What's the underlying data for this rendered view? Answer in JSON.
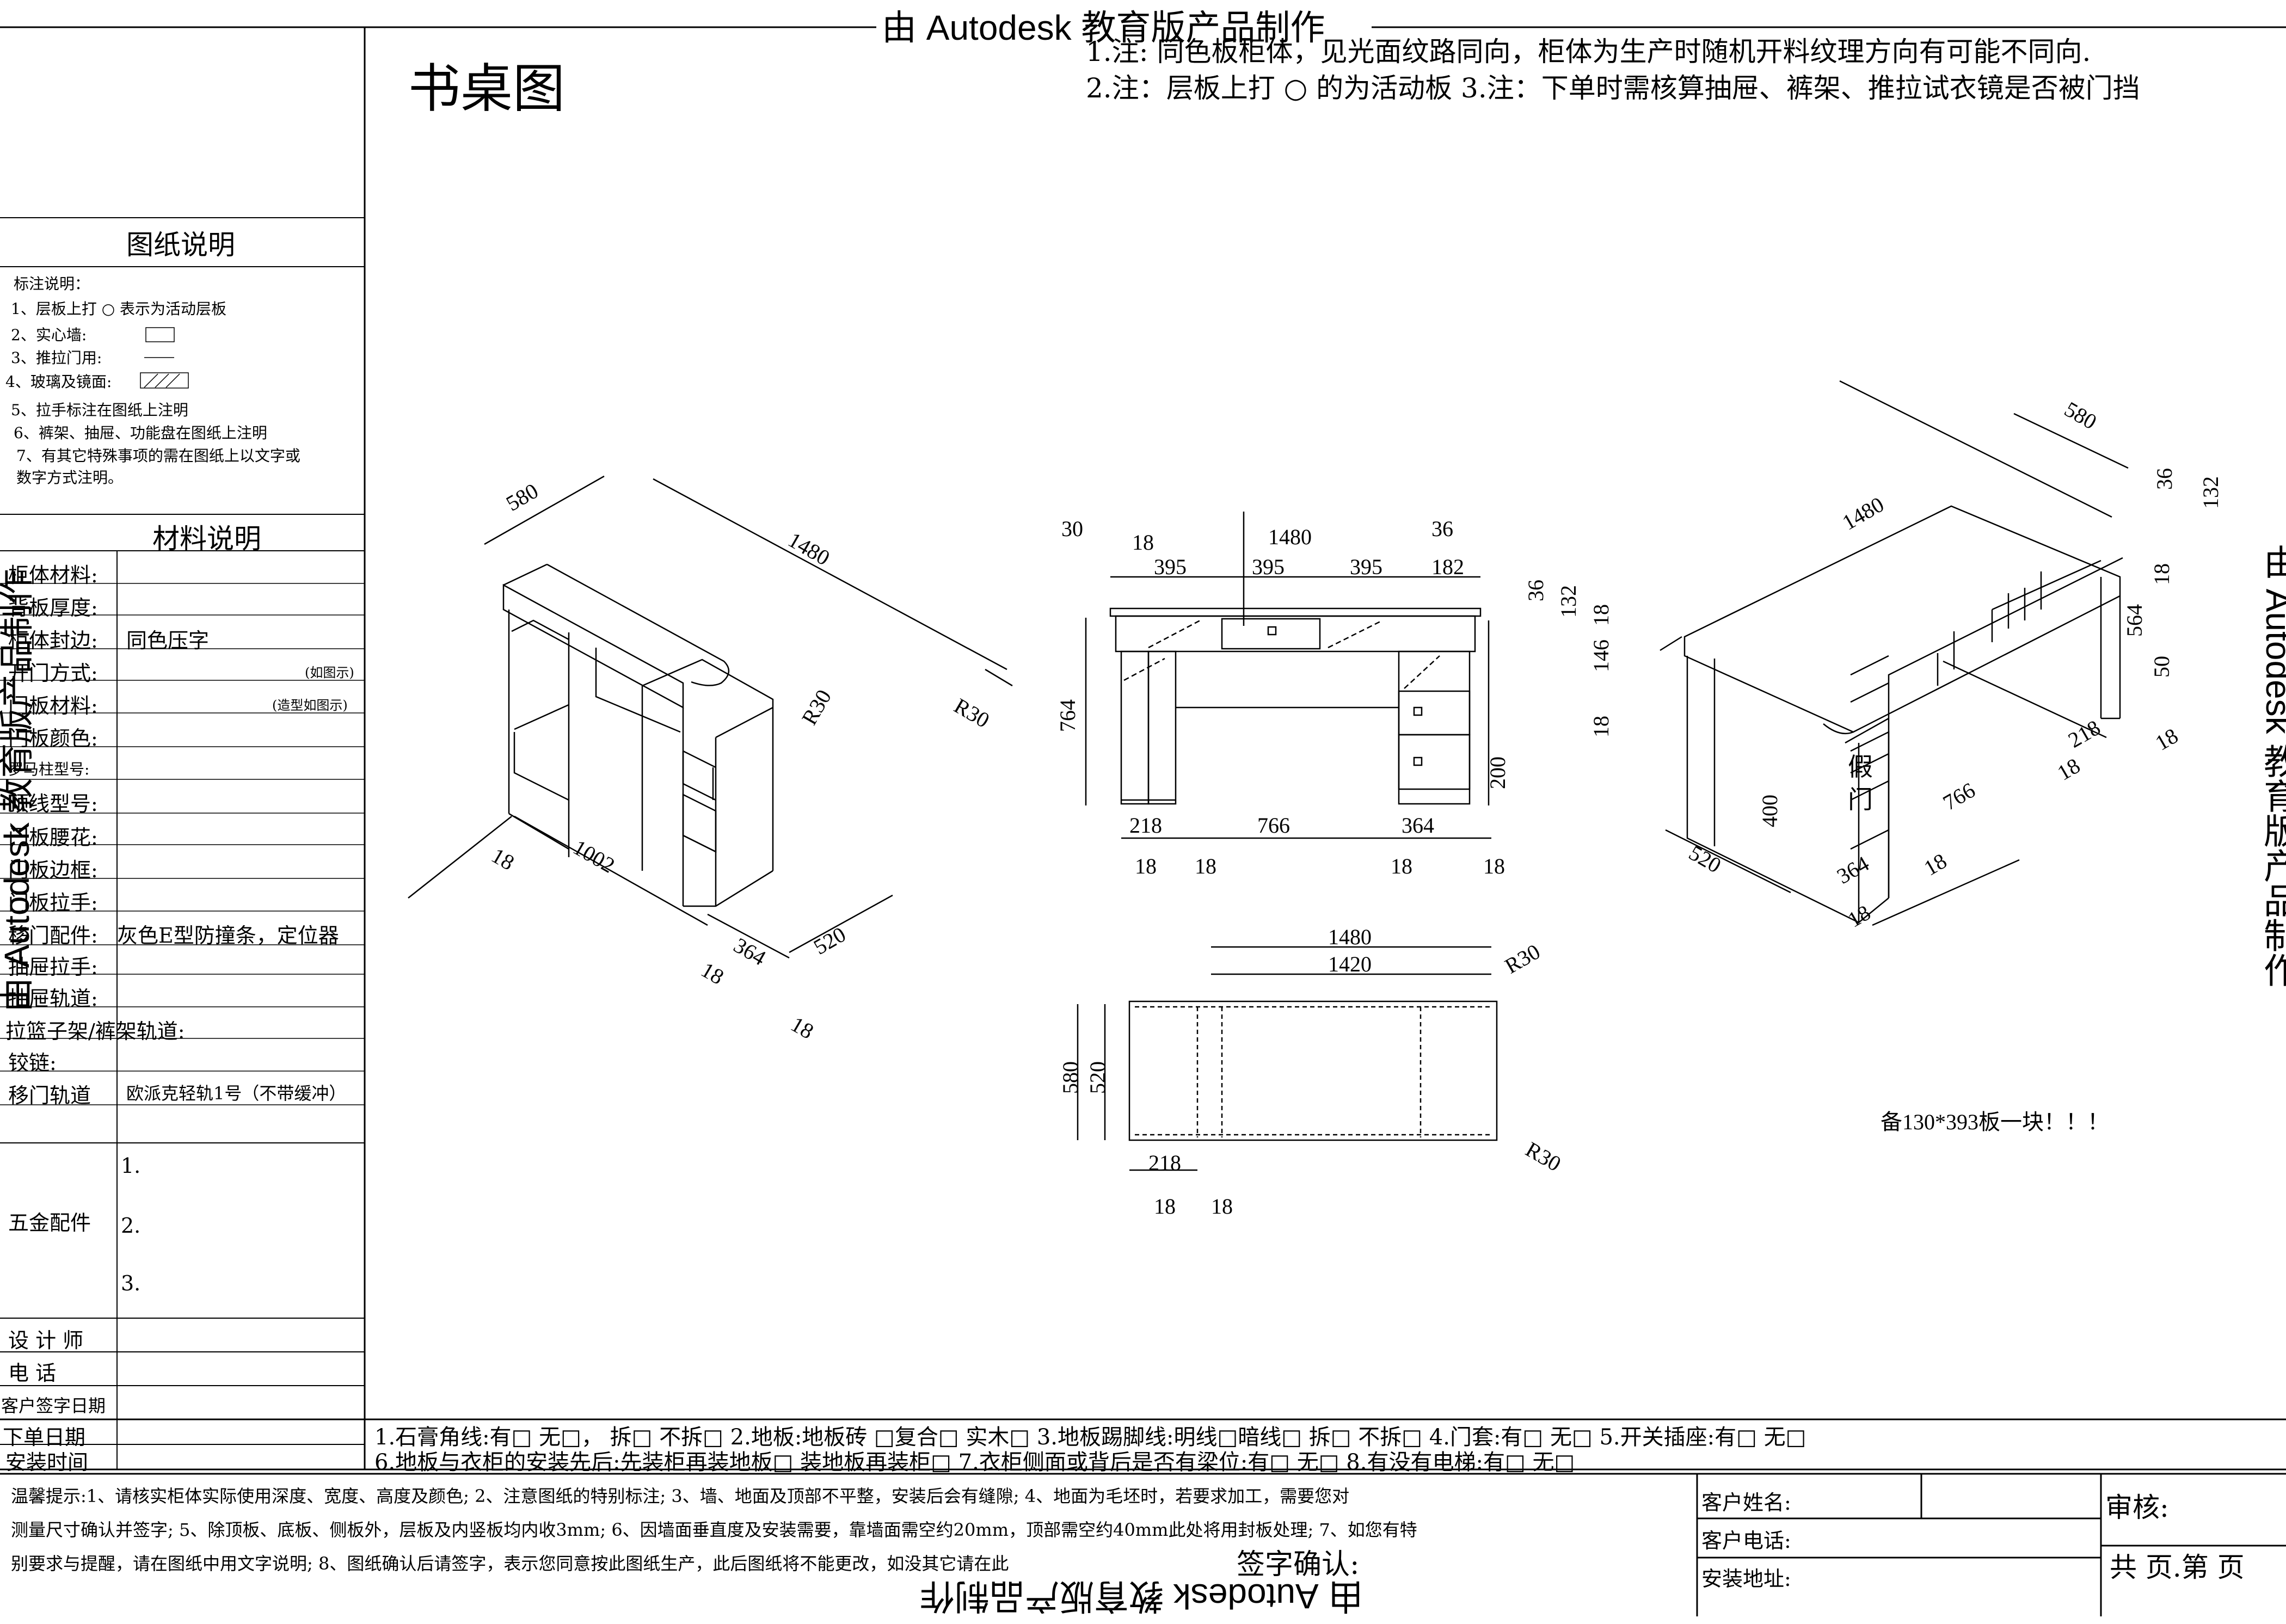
{
  "watermark": {
    "top": "由 Autodesk 教育版产品制作",
    "right": "由 Autodesk 教育版产品制作",
    "left": "由 Autodesk 教育版产品制作",
    "bottom": "由 Autodesk 教育版产品制作"
  },
  "title": "书桌图",
  "notes": {
    "line1": "1.注:  同色板柜体，见光面纹路同向，柜体为生产时随机开料纹理方向有可能不同向.",
    "line2": "2.注：层板上打 ○ 的为活动板  3.注：下单时需核算抽屉、裤架、推拉试衣镜是否被门挡"
  },
  "sidebar": {
    "drawing_notes_header": "图纸说明",
    "legend_title": "标注说明：",
    "legend": [
      "1、层板上打 ○ 表示为活动层板",
      "2、实心墙:",
      "3、推拉门用:",
      "4、玻璃及镜面:",
      "5、拉手标注在图纸上注明",
      "6、裤架、抽屉、功能盘在图纸上注明",
      "7、有其它特殊事项的需在图纸上以文字或",
      "数字方式注明。"
    ],
    "materials_header": "材料说明",
    "rows": [
      {
        "label": "柜体材料:",
        "value": ""
      },
      {
        "label": "背板厚度:",
        "value": ""
      },
      {
        "label": "柜体封边:",
        "value": "同色压字"
      },
      {
        "label": "开门方式:",
        "value": "(如图示)"
      },
      {
        "label": "门板材料:",
        "value": "(造型如图示)"
      },
      {
        "label": "门板颜色:",
        "value": ""
      },
      {
        "label": "罗马柱型号:",
        "value": ""
      },
      {
        "label": "顶线型号:",
        "value": ""
      },
      {
        "label": "门板腰花:",
        "value": ""
      },
      {
        "label": "门板边框:",
        "value": ""
      },
      {
        "label": "门板拉手:",
        "value": ""
      },
      {
        "label": "移门配件:",
        "value": "灰色E型防撞条，定位器"
      },
      {
        "label": "抽屉拉手:",
        "value": ""
      },
      {
        "label": "抽屉轨道:",
        "value": ""
      },
      {
        "label": "拉篮子架/裤架轨道:",
        "value": ""
      },
      {
        "label": "铰链:",
        "value": ""
      },
      {
        "label": "移门轨道",
        "value": "欧派克轻轨1号（不带缓冲）"
      }
    ],
    "hardware_label": "五金配件",
    "hardware_items": [
      "1.",
      "2.",
      "3."
    ],
    "designer_label": "设 计 师",
    "phone_label": "电    话",
    "sign_date_label": "客户签字日期",
    "order_date_label": "下单日期",
    "install_time_label": "安装时间"
  },
  "checklist": {
    "row1": "1.石膏角线:有□ 无□， 拆□ 不拆□   2.地板:地板砖 □复合□ 实木□   3.地板踢脚线:明线□暗线□ 拆□ 不拆□    4.门套:有□ 无□    5.开关插座:有□ 无□",
    "row2": "6.地板与衣柜的安装先后:先装柜再装地板□ 装地板再装柜□  7.衣柜侧面或背后是否有梁位:有□ 无□   8.有没有电梯:有□ 无□"
  },
  "footer": {
    "tips_1": "温馨提示:1、请核实柜体实际使用深度、宽度、高度及颜色; 2、注意图纸的特别标注; 3、墙、地面及顶部不平整，安装后会有缝隙; 4、地面为毛坯时，若要求加工，需要您对",
    "tips_2": "测量尺寸确认并签字; 5、除顶板、底板、侧板外，层板及内竖板均内收3mm; 6、因墙面垂直度及安装需要，靠墙面需空约20mm，顶部需空约40mm此处将用封板处理; 7、如您有特",
    "tips_3": "别要求与提醒，请在图纸中用文字说明; 8、图纸确认后请签字，表示您同意按此图纸生产，此后图纸将不能更改，如没其它请在此",
    "sign_confirm": "签字确认:",
    "customer_name": "客户姓名:",
    "customer_phone": "客户电话:",
    "install_address": "安装地址:",
    "review": "审核:",
    "pages": "共  页.第  页"
  },
  "drawing": {
    "spare_note": "备130*393板一块！！！",
    "fake_door": [
      "假",
      "门"
    ],
    "left_iso": {
      "dims": [
        "580",
        "1480",
        "R30",
        "R30",
        "18",
        "1002",
        "18",
        "364",
        "520",
        "18"
      ]
    },
    "front": {
      "top_dims": [
        "30",
        "18",
        "1480",
        "36",
        "395",
        "395",
        "395",
        "182"
      ],
      "right_dims": [
        "36",
        "132",
        "18",
        "146",
        "18",
        "200"
      ],
      "height": "764",
      "bottom_dims": [
        "218",
        "766",
        "364",
        "18",
        "18",
        "18",
        "18"
      ]
    },
    "plan": {
      "dims": [
        "1480",
        "1420",
        "R30",
        "580",
        "520",
        "R30",
        "218",
        "18",
        "18"
      ]
    },
    "right_iso": {
      "dims": [
        "580",
        "36",
        "132",
        "1480",
        "18",
        "564",
        "50",
        "218",
        "18",
        "18",
        "766",
        "400",
        "520",
        "364",
        "18",
        "18"
      ]
    }
  }
}
